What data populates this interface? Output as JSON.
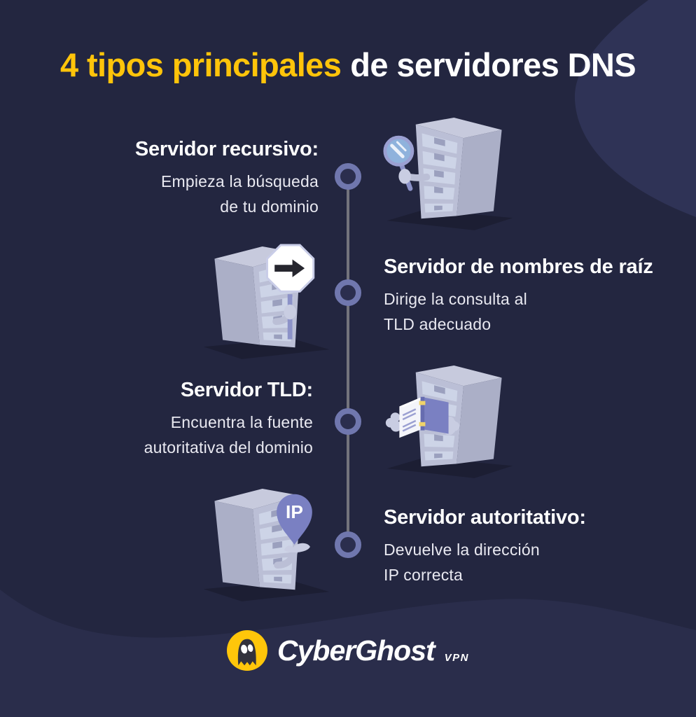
{
  "title": {
    "highlight": "4 tipos principales",
    "rest": "de servidores DNS"
  },
  "sections": [
    {
      "heading": "Servidor recursivo:",
      "body": [
        "Empieza la búsqueda",
        "de tu dominio"
      ],
      "illustration": "server-with-magnifier"
    },
    {
      "heading": "Servidor de nombres de raíz",
      "body": [
        "Dirige la consulta al",
        "TLD adecuado"
      ],
      "illustration": "server-with-direction-sign"
    },
    {
      "heading": "Servidor TLD:",
      "body": [
        "Encuentra la fuente",
        "autoritativa del dominio"
      ],
      "illustration": "server-with-book"
    },
    {
      "heading": "Servidor autoritativo:",
      "body": [
        "Devuelve la dirección",
        "IP correcta"
      ],
      "illustration": "server-with-ip-pin",
      "pin_label": "IP"
    }
  ],
  "footer": {
    "brand": "CyberGhost",
    "brand_suffix": "VPN"
  },
  "colors": {
    "background": "#232640",
    "background_blob": "#2F3356",
    "background_wave": "#2A2D4B",
    "accent_yellow": "#FFC40A",
    "heading_white": "#FFFFFF",
    "body_text": "#E9E9F1",
    "timeline_ring": "#7077AE",
    "timeline_line": "#73737C",
    "server_front": "#BBBFD6",
    "server_side": "#ABAFC7",
    "logo_yellow": "#FFC60A"
  }
}
